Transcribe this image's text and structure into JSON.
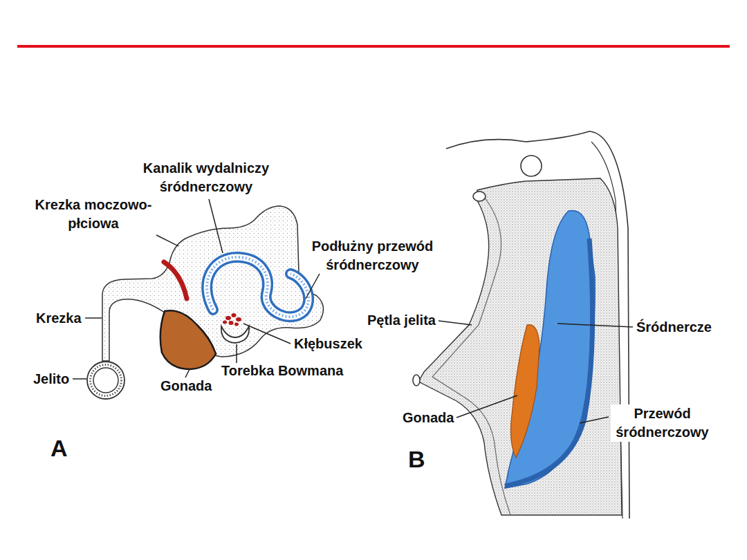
{
  "diagram": {
    "labels": [
      "Kanalik wydalniczy śródnerczowy",
      "Krezka moczowo- płciowa",
      "Podłużny przewód śródnerczowy",
      "Krezka",
      "Jelito",
      "Gonada",
      "Kłębuszek",
      "Torebka Bowmana",
      "A",
      "Pętla jelita",
      "Śródnercze",
      "Gonada",
      "Przewód śródnerczowy",
      "B"
    ]
  }
}
